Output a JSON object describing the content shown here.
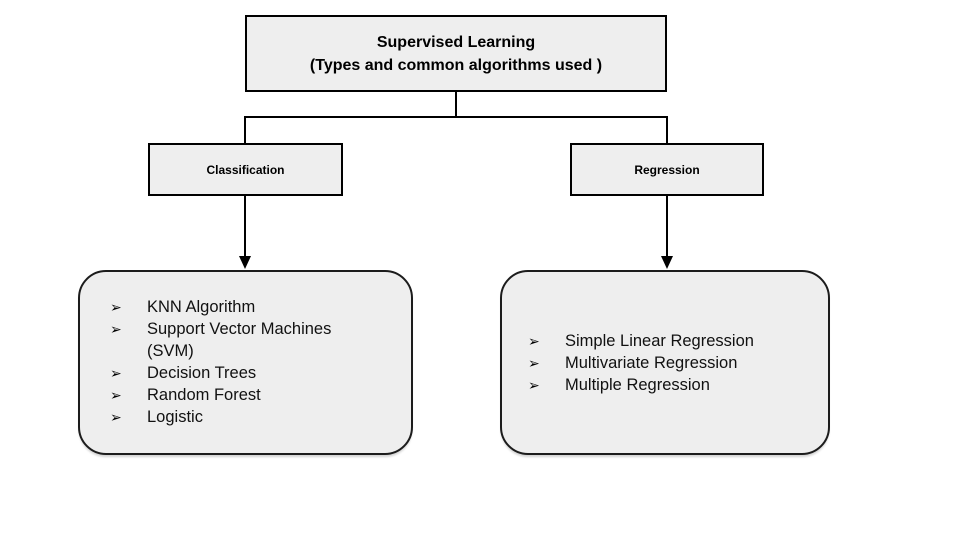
{
  "diagram": {
    "root": {
      "title_line1": "Supervised Learning",
      "title_line2": "(Types and common algorithms used )"
    },
    "bullet_glyph": "➢",
    "branches": [
      {
        "label": "Classification",
        "items": [
          "KNN Algorithm",
          "Support Vector Machines (SVM)",
          "Decision Trees",
          "Random Forest",
          "Logistic"
        ]
      },
      {
        "label": "Regression",
        "items": [
          "Simple Linear Regression",
          "Multivariate Regression",
          "Multiple Regression"
        ]
      }
    ],
    "colors": {
      "background": "#ffffff",
      "box_fill": "#eeeeee",
      "box_border": "#000000",
      "rounded_border": "#1c1c1c",
      "connector": "#000000",
      "text": "#111111"
    }
  }
}
